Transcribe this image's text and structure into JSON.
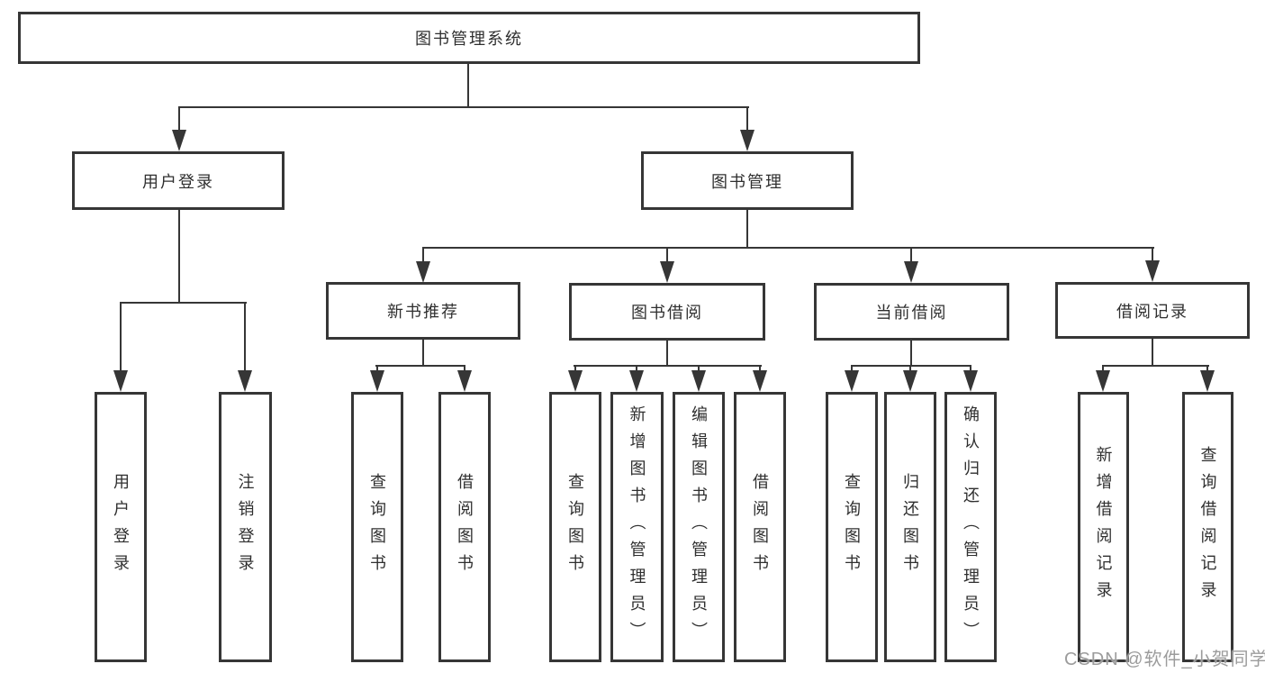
{
  "nodes": {
    "root": "图书管理系统",
    "user_login": "用户登录",
    "book_mgmt": "图书管理",
    "new_book": "新书推荐",
    "book_borrow": "图书借阅",
    "current_borrow": "当前借阅",
    "borrow_record": "借阅记录",
    "leaves": {
      "user_login": [
        "用户登录",
        "注销登录"
      ],
      "new_book": [
        "查询图书",
        "借阅图书"
      ],
      "book_borrow": [
        "查询图书",
        "新增图书（管理员）",
        "编辑图书（管理员）",
        "借阅图书"
      ],
      "current_borrow": [
        "查询图书",
        "归还图书",
        "确认归还（管理员）"
      ],
      "borrow_record": [
        "新增借阅记录",
        "查询借阅记录"
      ]
    }
  },
  "watermark": "CSDN @软件_小贺同学",
  "colors": {
    "line": "#363636",
    "text": "#2f2f2f",
    "watermark": "#9c9c9c",
    "background": "#ffffff"
  }
}
